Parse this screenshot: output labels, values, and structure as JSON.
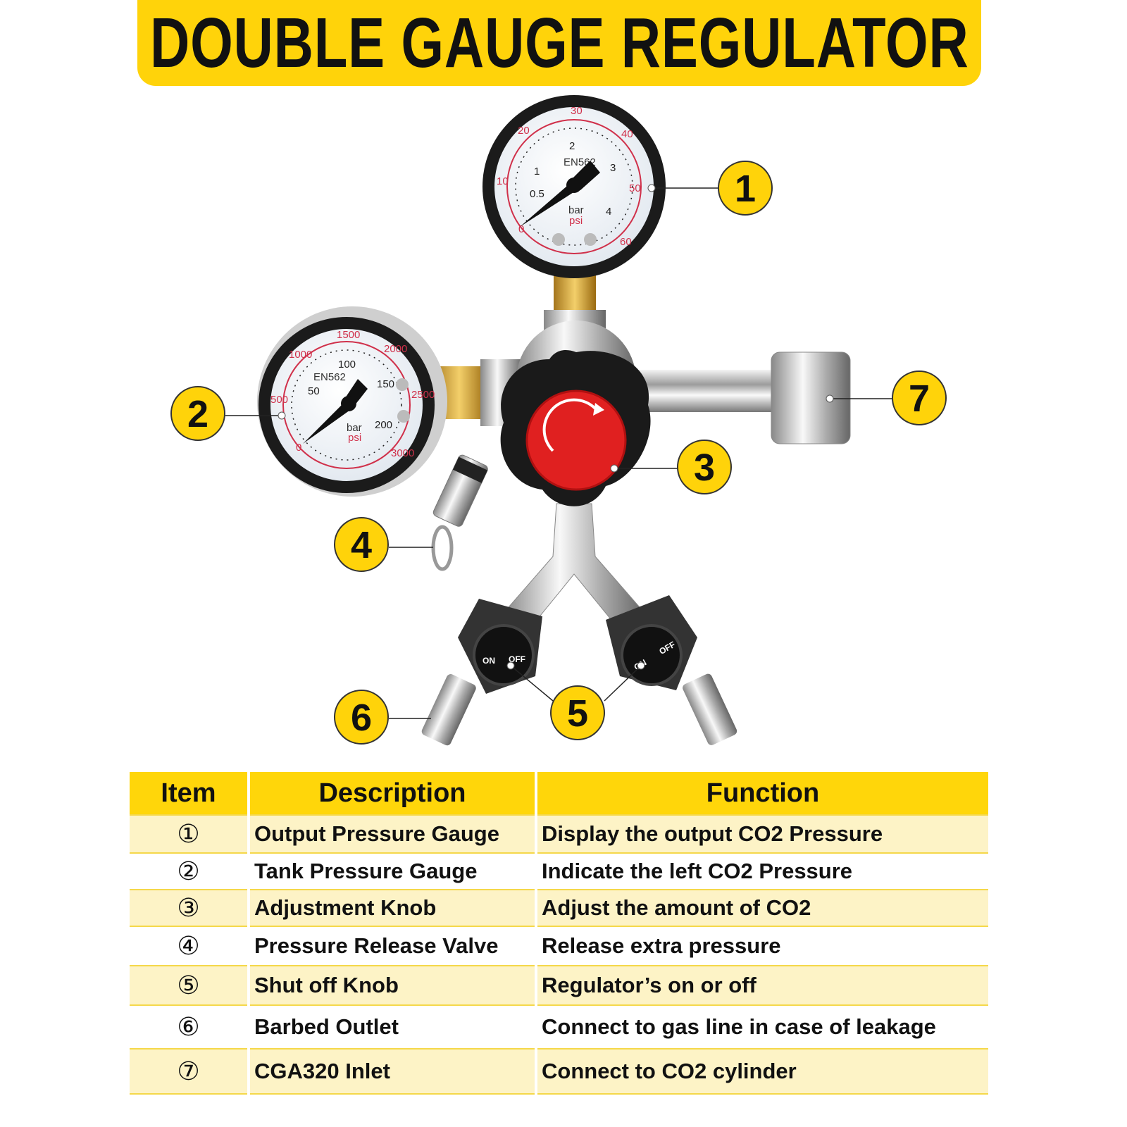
{
  "title": "DOUBLE GAUGE REGULATOR",
  "colors": {
    "accent_yellow": "#FFD30A",
    "row_cream": "#FDF3C6",
    "knob_red": "#E02020",
    "gauge_red": "#D0304A"
  },
  "callouts": [
    "1",
    "2",
    "3",
    "4",
    "5",
    "6",
    "7"
  ],
  "output_gauge": {
    "brand": "EN562",
    "bar_labels": [
      "0.5",
      "1",
      "2",
      "3",
      "4"
    ],
    "psi_labels": [
      "0",
      "10",
      "20",
      "30",
      "40",
      "50",
      "60"
    ],
    "unit_bar": "bar",
    "unit_psi": "psi"
  },
  "tank_gauge": {
    "brand": "EN562",
    "bar_labels": [
      "50",
      "100",
      "150",
      "200"
    ],
    "psi_labels": [
      "0",
      "500",
      "1000",
      "1500",
      "2000",
      "2500",
      "3000"
    ],
    "unit_bar": "bar",
    "unit_psi": "psi"
  },
  "shutoff_labels": {
    "on": "ON",
    "off": "OFF"
  },
  "table": {
    "headers": [
      "Item",
      "Description",
      "Function"
    ],
    "rows": [
      {
        "item": "①",
        "description": "Output Pressure Gauge",
        "function": "Display the output CO2 Pressure"
      },
      {
        "item": "②",
        "description": "Tank Pressure Gauge",
        "function": "Indicate the left CO2 Pressure"
      },
      {
        "item": "③",
        "description": "Adjustment Knob",
        "function": "Adjust the amount of CO2"
      },
      {
        "item": "④",
        "description": "Pressure Release Valve",
        "function": "Release extra pressure"
      },
      {
        "item": "⑤",
        "description": "Shut off Knob",
        "function": "Regulator’s on or off"
      },
      {
        "item": "⑥",
        "description": "Barbed Outlet",
        "function": "Connect to gas line in case of leakage"
      },
      {
        "item": "⑦",
        "description": "CGA320 Inlet",
        "function": "Connect to CO2 cylinder"
      }
    ]
  }
}
